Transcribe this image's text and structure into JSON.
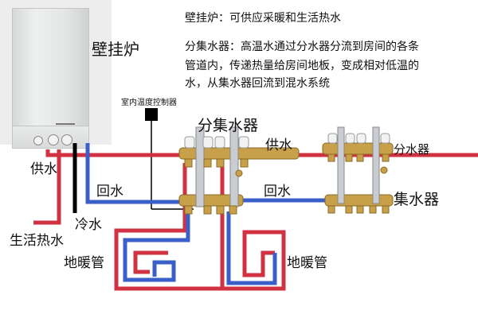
{
  "boiler": {
    "label": "壁挂炉"
  },
  "description": {
    "line1": "壁挂炉：可供应采暖和生活热水",
    "line2": "分集水器：高温水通过分水器分流到房间的各条",
    "line3": "管道内，传递热量给房间地板，变成相对低温的",
    "line4": "水，从集水器回流到混水系统"
  },
  "thermostat": {
    "label": "室内温度控制器"
  },
  "manifold_main": {
    "label": "分集水器"
  },
  "manifold_right": {
    "distributor_label": "分水器",
    "collector_label": "集水器"
  },
  "pipes": {
    "supply_label_left": "供水",
    "supply_label_right": "供水",
    "return_label_left": "回水",
    "return_label_right": "回水",
    "cold_water_label": "冷水",
    "hot_water_label": "生活热水",
    "floor_heating_left": "地暖管",
    "floor_heating_right": "地暖管"
  },
  "colors": {
    "supply": "#d03241",
    "return": "#3a5fc8",
    "cold": "#000000",
    "brass": "#c8a04a"
  }
}
